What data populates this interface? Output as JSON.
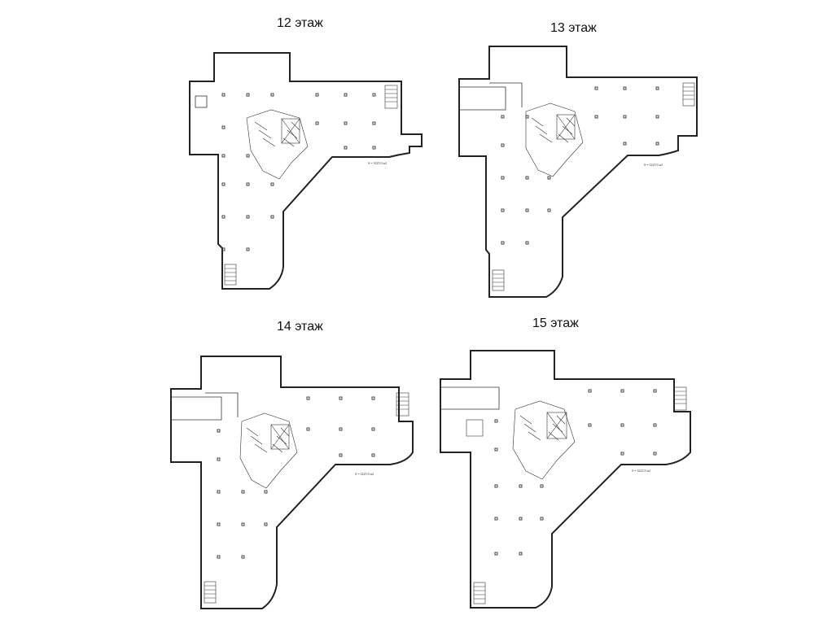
{
  "floors": [
    {
      "title": "12 этаж",
      "area_note": "S = 3225,9 м2"
    },
    {
      "title": "13 этаж",
      "area_note": "S = 3225,9 м2"
    },
    {
      "title": "14 этаж",
      "area_note": "S = 3225,9 м2"
    },
    {
      "title": "15 этаж",
      "area_note": "S = 3225,9 м2"
    }
  ]
}
